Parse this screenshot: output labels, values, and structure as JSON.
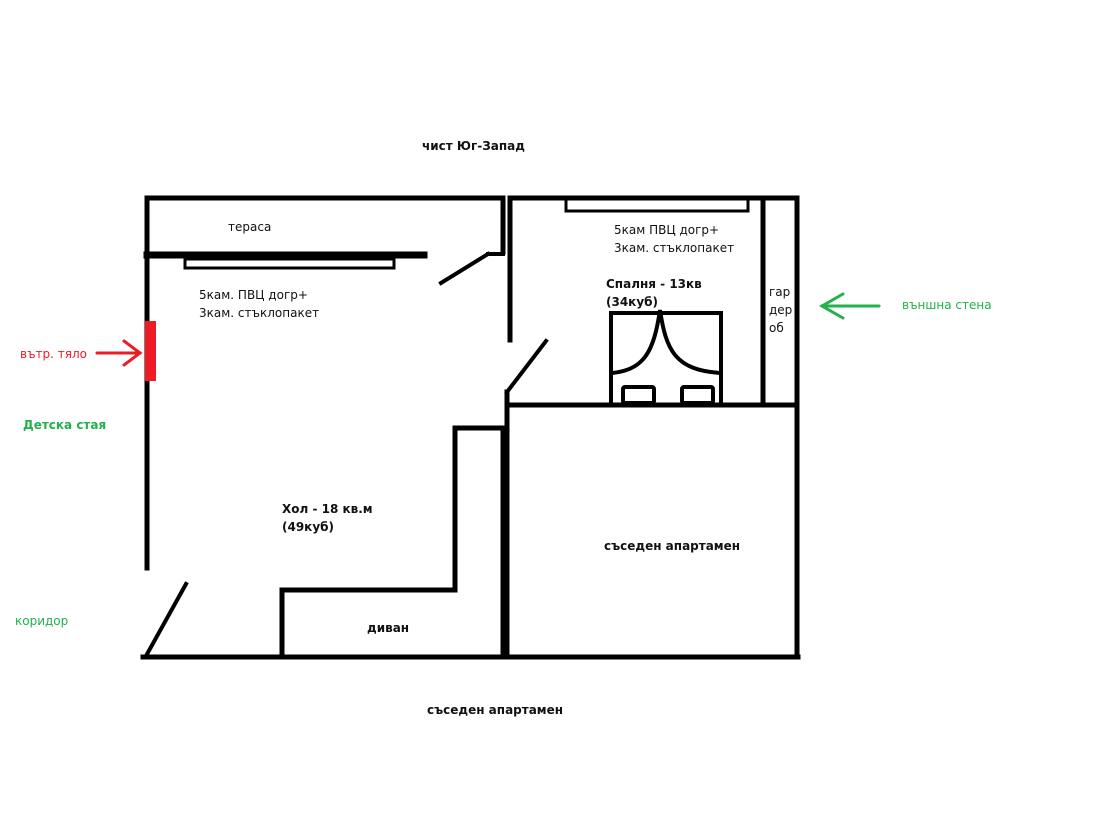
{
  "labels": {
    "orientation": "чист Юг-Запад",
    "terrace": "тераса",
    "window_living_line1": "5кам. ПВЦ догр+",
    "window_living_line2": "3кам. стъклопакет",
    "window_bedroom_line1": "5кам ПВЦ догр+",
    "window_bedroom_line2": "3кам. стъклопакет",
    "bedroom_line1": "Спалня - 13кв",
    "bedroom_line2": "(34куб)",
    "wardrobe_line1": "гар",
    "wardrobe_line2": "дер",
    "wardrobe_line3": "об",
    "exterior_wall": "външна стена",
    "radiator": "вътр. тяло",
    "kids_room": "Детска стая",
    "living_line1": "Хол - 18 кв.м",
    "living_line2": "(49куб)",
    "neighbor_right": "съседен апартамен",
    "sofa": "диван",
    "corridor": "коридор",
    "neighbor_bottom": "съседен апартамен"
  },
  "colors": {
    "wall": "#000000",
    "radiator": "#ed1c24",
    "arrow_red": "#ed1c24",
    "arrow_green": "#22b14c",
    "label_green": "#22b14c"
  }
}
